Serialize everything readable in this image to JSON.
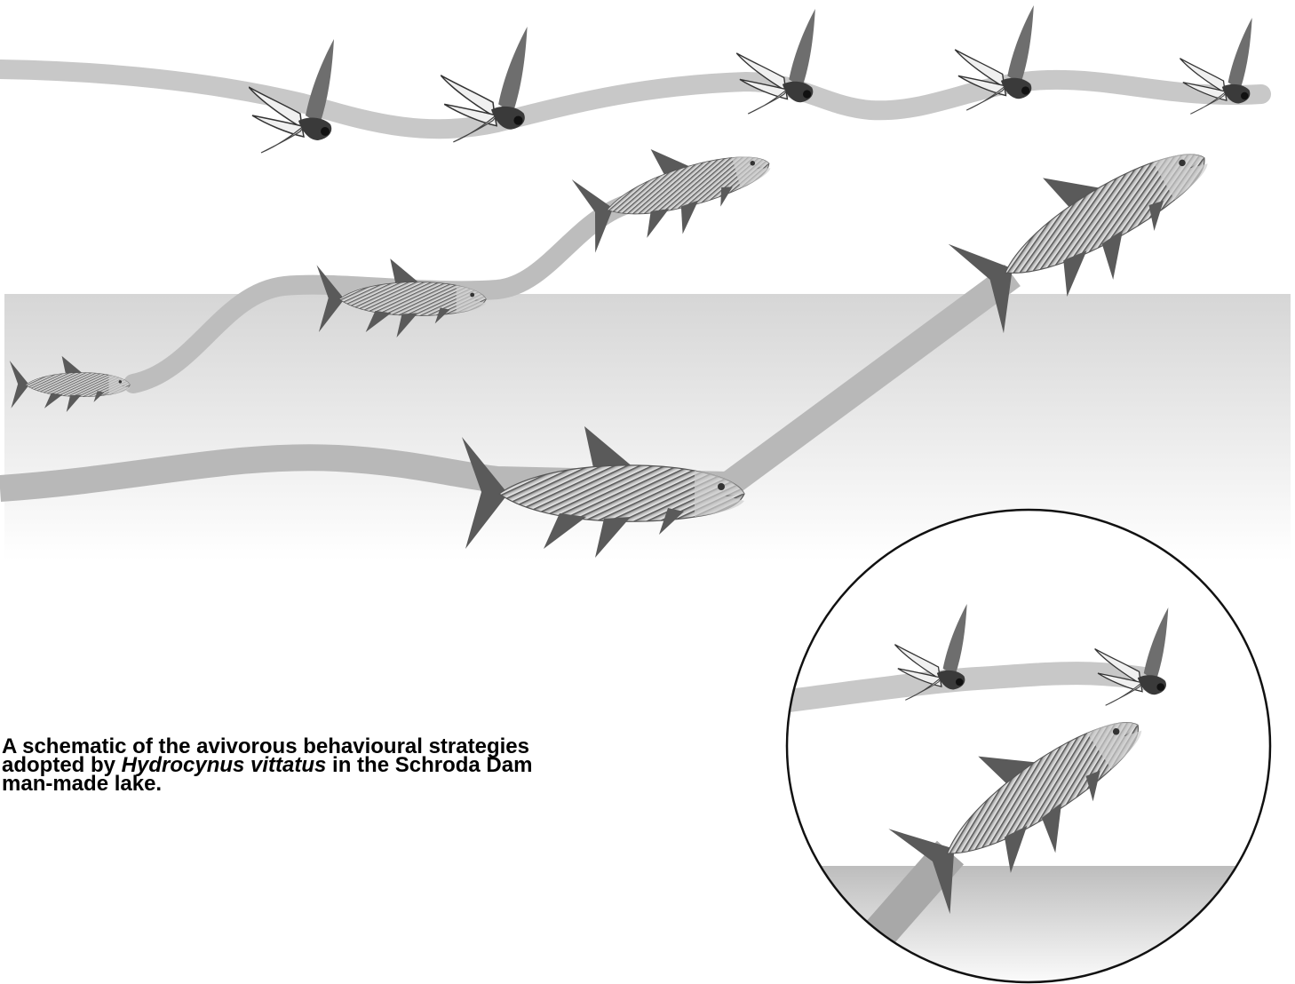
{
  "caption": {
    "line1": "A schematic of the avivorous behavioural strategies",
    "line2_prefix": "adopted by ",
    "line2_species": "Hydrocynus vittatus",
    "line2_suffix": " in the Schroda Dam",
    "line3": "man-made lake."
  },
  "colors": {
    "flight_path": "#c4c4c4",
    "fish_path": "#b3b3b3",
    "water_top": "#dcdcdc",
    "fin": "#595959",
    "bird_dark": "#707070",
    "bird_light": "#e6e6e6"
  },
  "icons": {
    "bird": "swallow-icon",
    "fish": "tigerfish-icon"
  }
}
